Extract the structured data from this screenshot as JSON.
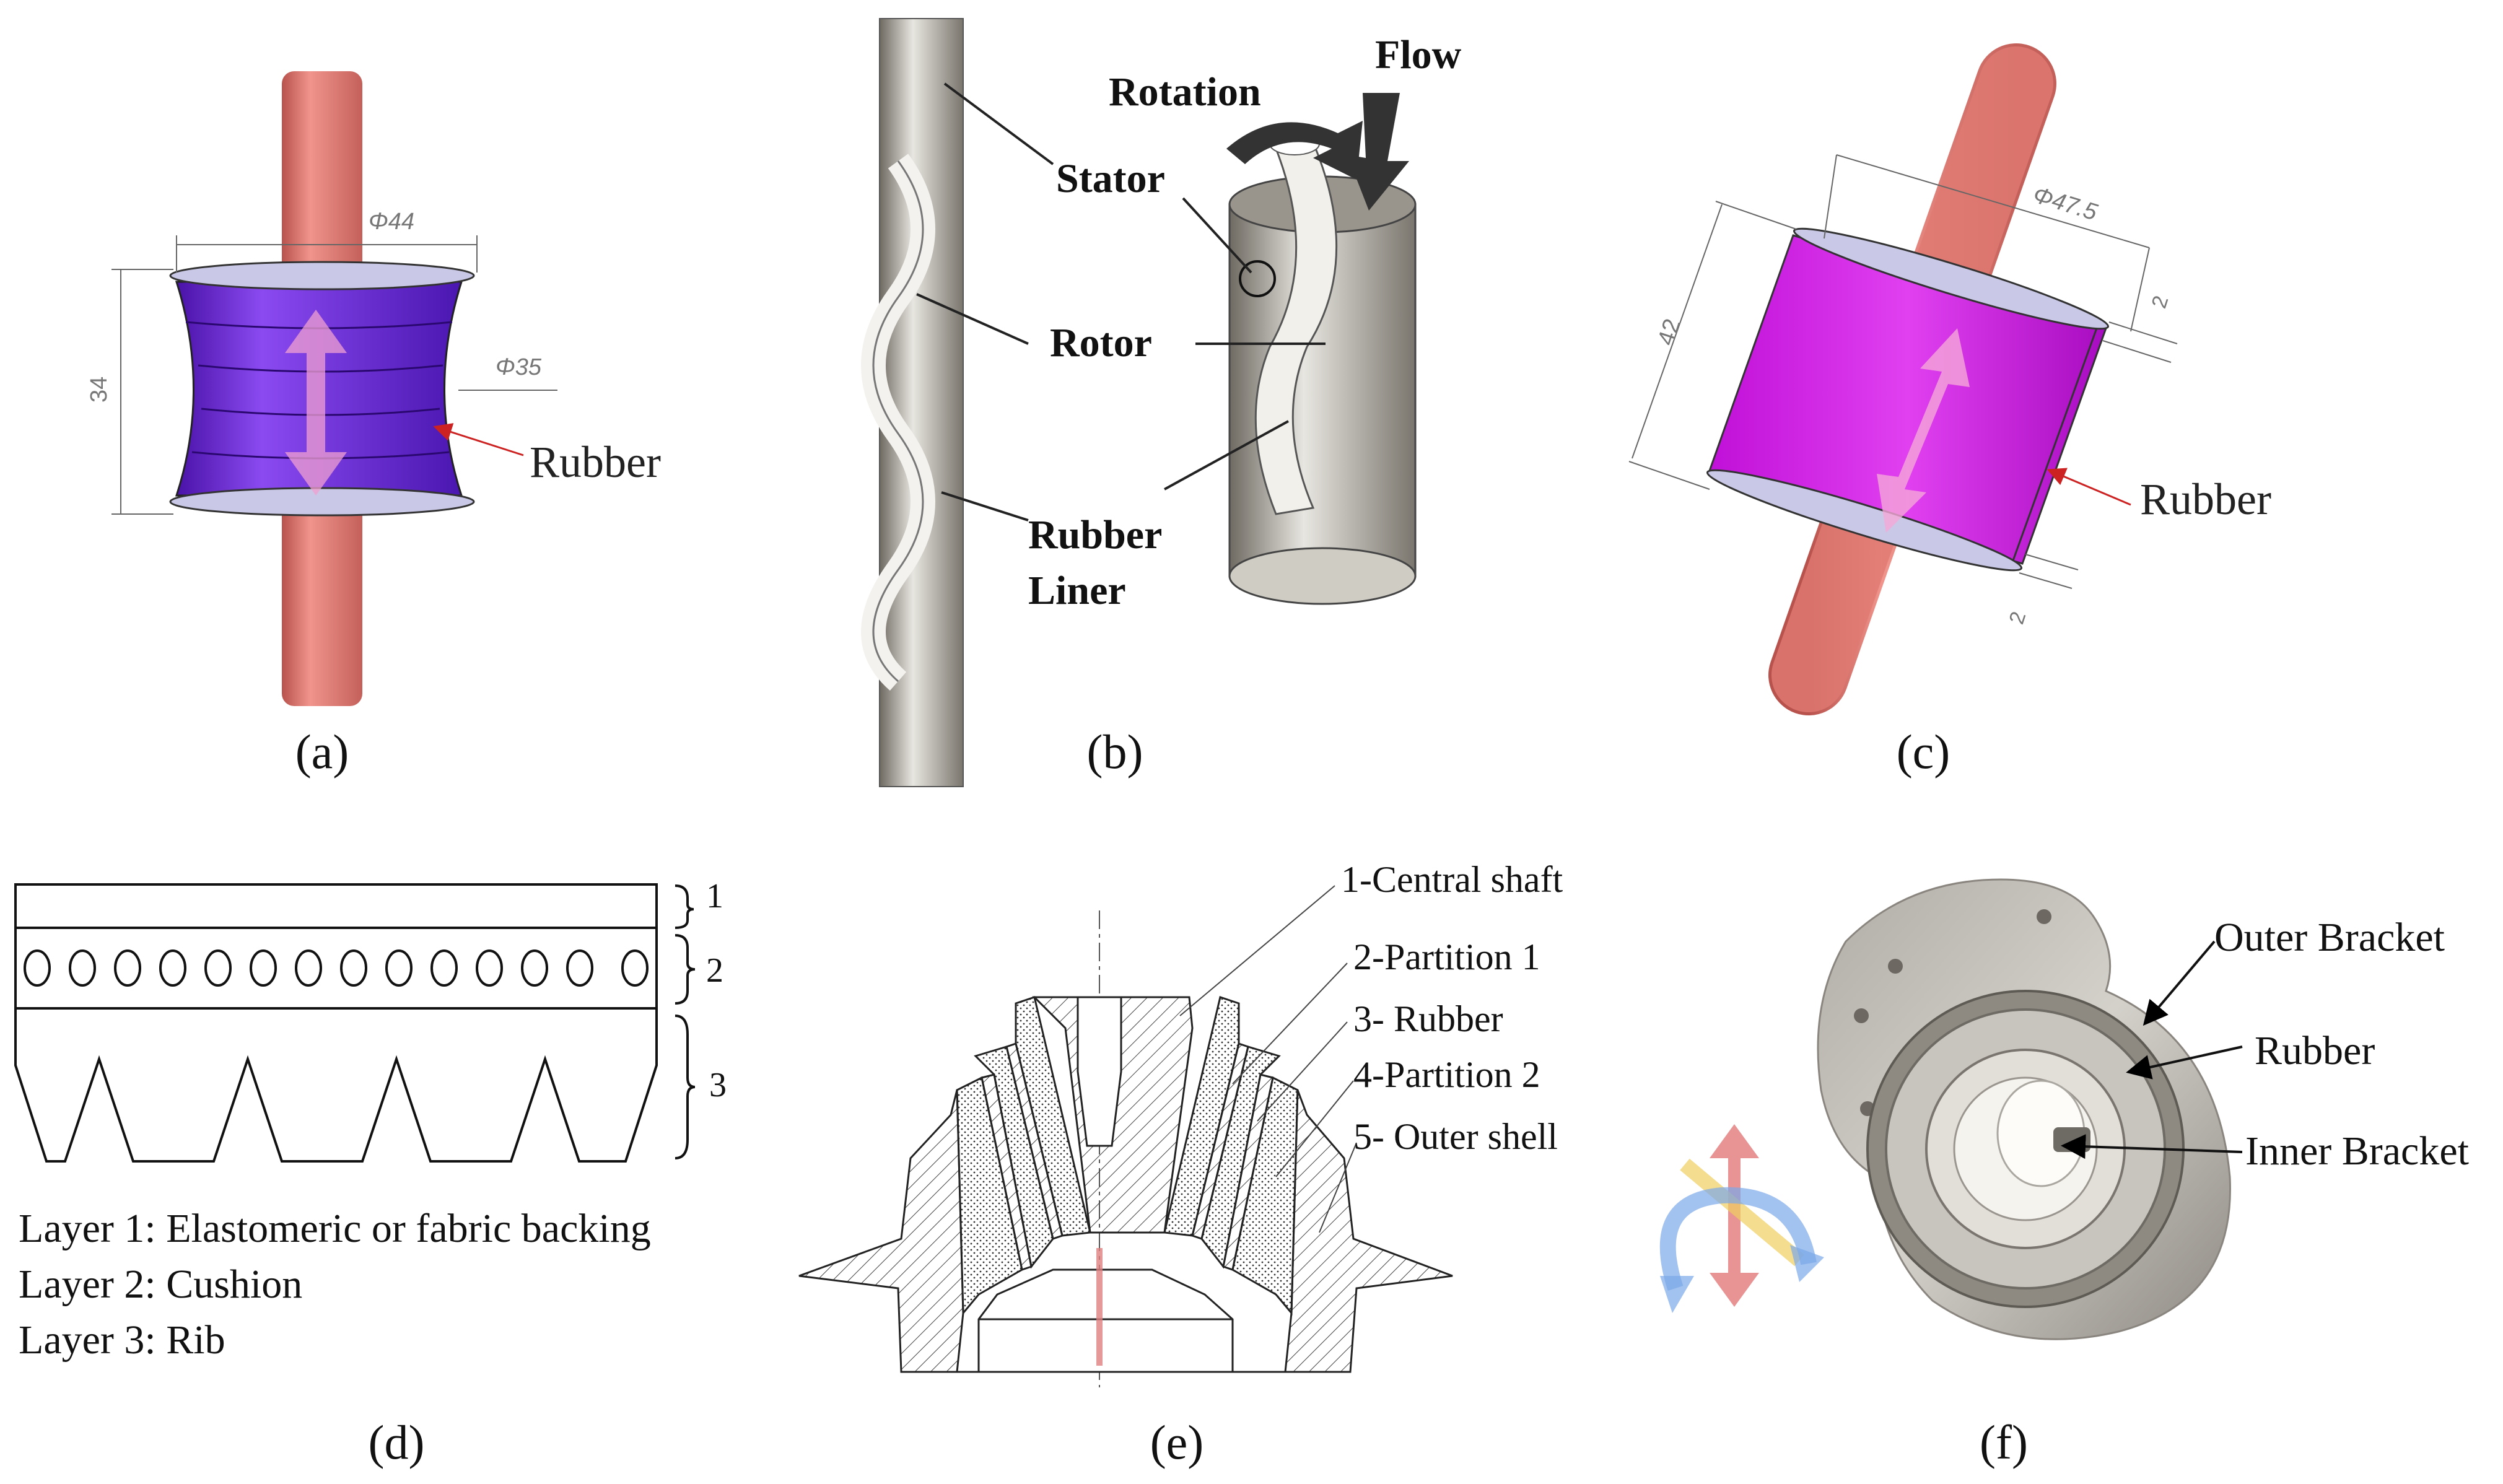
{
  "panel_a": {
    "caption": "(a)",
    "dim_diameter_outer": "Φ44",
    "dim_diameter_inner": "Φ35",
    "dim_height": "34",
    "label_rubber": "Rubber"
  },
  "panel_b": {
    "caption": "(b)",
    "label_rotation": "Rotation",
    "label_flow": "Flow",
    "label_stator": "Stator",
    "label_rotor": "Rotor",
    "label_rubber_liner_1": "Rubber",
    "label_rubber_liner_2": "Liner"
  },
  "panel_c": {
    "caption": "(c)",
    "dim_diameter": "Φ47.5",
    "dim_height": "42",
    "dim_flange_top": "2",
    "dim_flange_bottom": "2",
    "label_rubber": "Rubber"
  },
  "panel_d": {
    "caption": "(d)",
    "layer_number_1": "1",
    "layer_number_2": "2",
    "layer_number_3": "3",
    "legend_1": "Layer 1: Elastomeric or fabric backing",
    "legend_2": "Layer 2: Cushion",
    "legend_3": "Layer 3: Rib"
  },
  "panel_e": {
    "caption": "(e)",
    "part_1": "1-Central shaft",
    "part_2": "2-Partition 1",
    "part_3": "3- Rubber",
    "part_4": "4-Partition 2",
    "part_5": "5- Outer shell"
  },
  "panel_f": {
    "caption": "(f)",
    "label_outer_bracket": "Outer Bracket",
    "label_rubber": "Rubber",
    "label_inner_bracket": "Inner Bracket"
  },
  "colors": {
    "rod": "#e07a72",
    "rubber_a": "#6a22d6",
    "rubber_c": "#d21be3",
    "flange": "#c9c8e6",
    "metal": "#a8a49c",
    "arrow_red": "#cc2222"
  }
}
